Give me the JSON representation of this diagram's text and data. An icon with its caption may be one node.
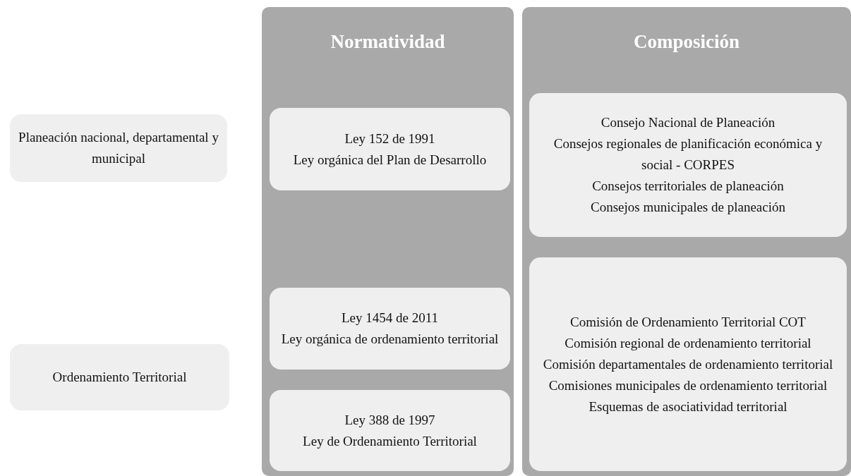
{
  "diagram": {
    "nodes": [
      {
        "text": [
          "Planeación nacional, departamental y municipal"
        ]
      },
      {
        "text": [
          "Ordenamiento Territorial"
        ]
      },
      {
        "text": [
          "Normatividad"
        ]
      },
      {
        "text": [
          "Ley 152 de 1991",
          "Ley orgánica del Plan de Desarrollo"
        ],
        "in": 2
      },
      {
        "text": [
          "Ley 1454 de 2011",
          "Ley orgánica de ordenamiento territorial"
        ],
        "in": 2
      },
      {
        "text": [
          "Ley 388 de 1997",
          "Ley de Ordenamiento Territorial"
        ],
        "in": 2
      },
      {
        "text": [
          "Composición"
        ]
      },
      {
        "text": [
          "Consejo Nacional de Planeación",
          "Consejos regionales de planificación económica y social - CORPES",
          "Consejos territoriales de planeación",
          "Consejos municipales de planeación"
        ],
        "in": 6
      },
      {
        "text": [
          "Comisión de Ordenamiento Territorial COT",
          "Comisión regional de ordenamiento territorial",
          "Comisión departamentales de ordenamiento territorial",
          "Comisiones municipales de ordenamiento territorial",
          "Esquemas de asociatividad territorial"
        ],
        "in": 6
      }
    ]
  }
}
